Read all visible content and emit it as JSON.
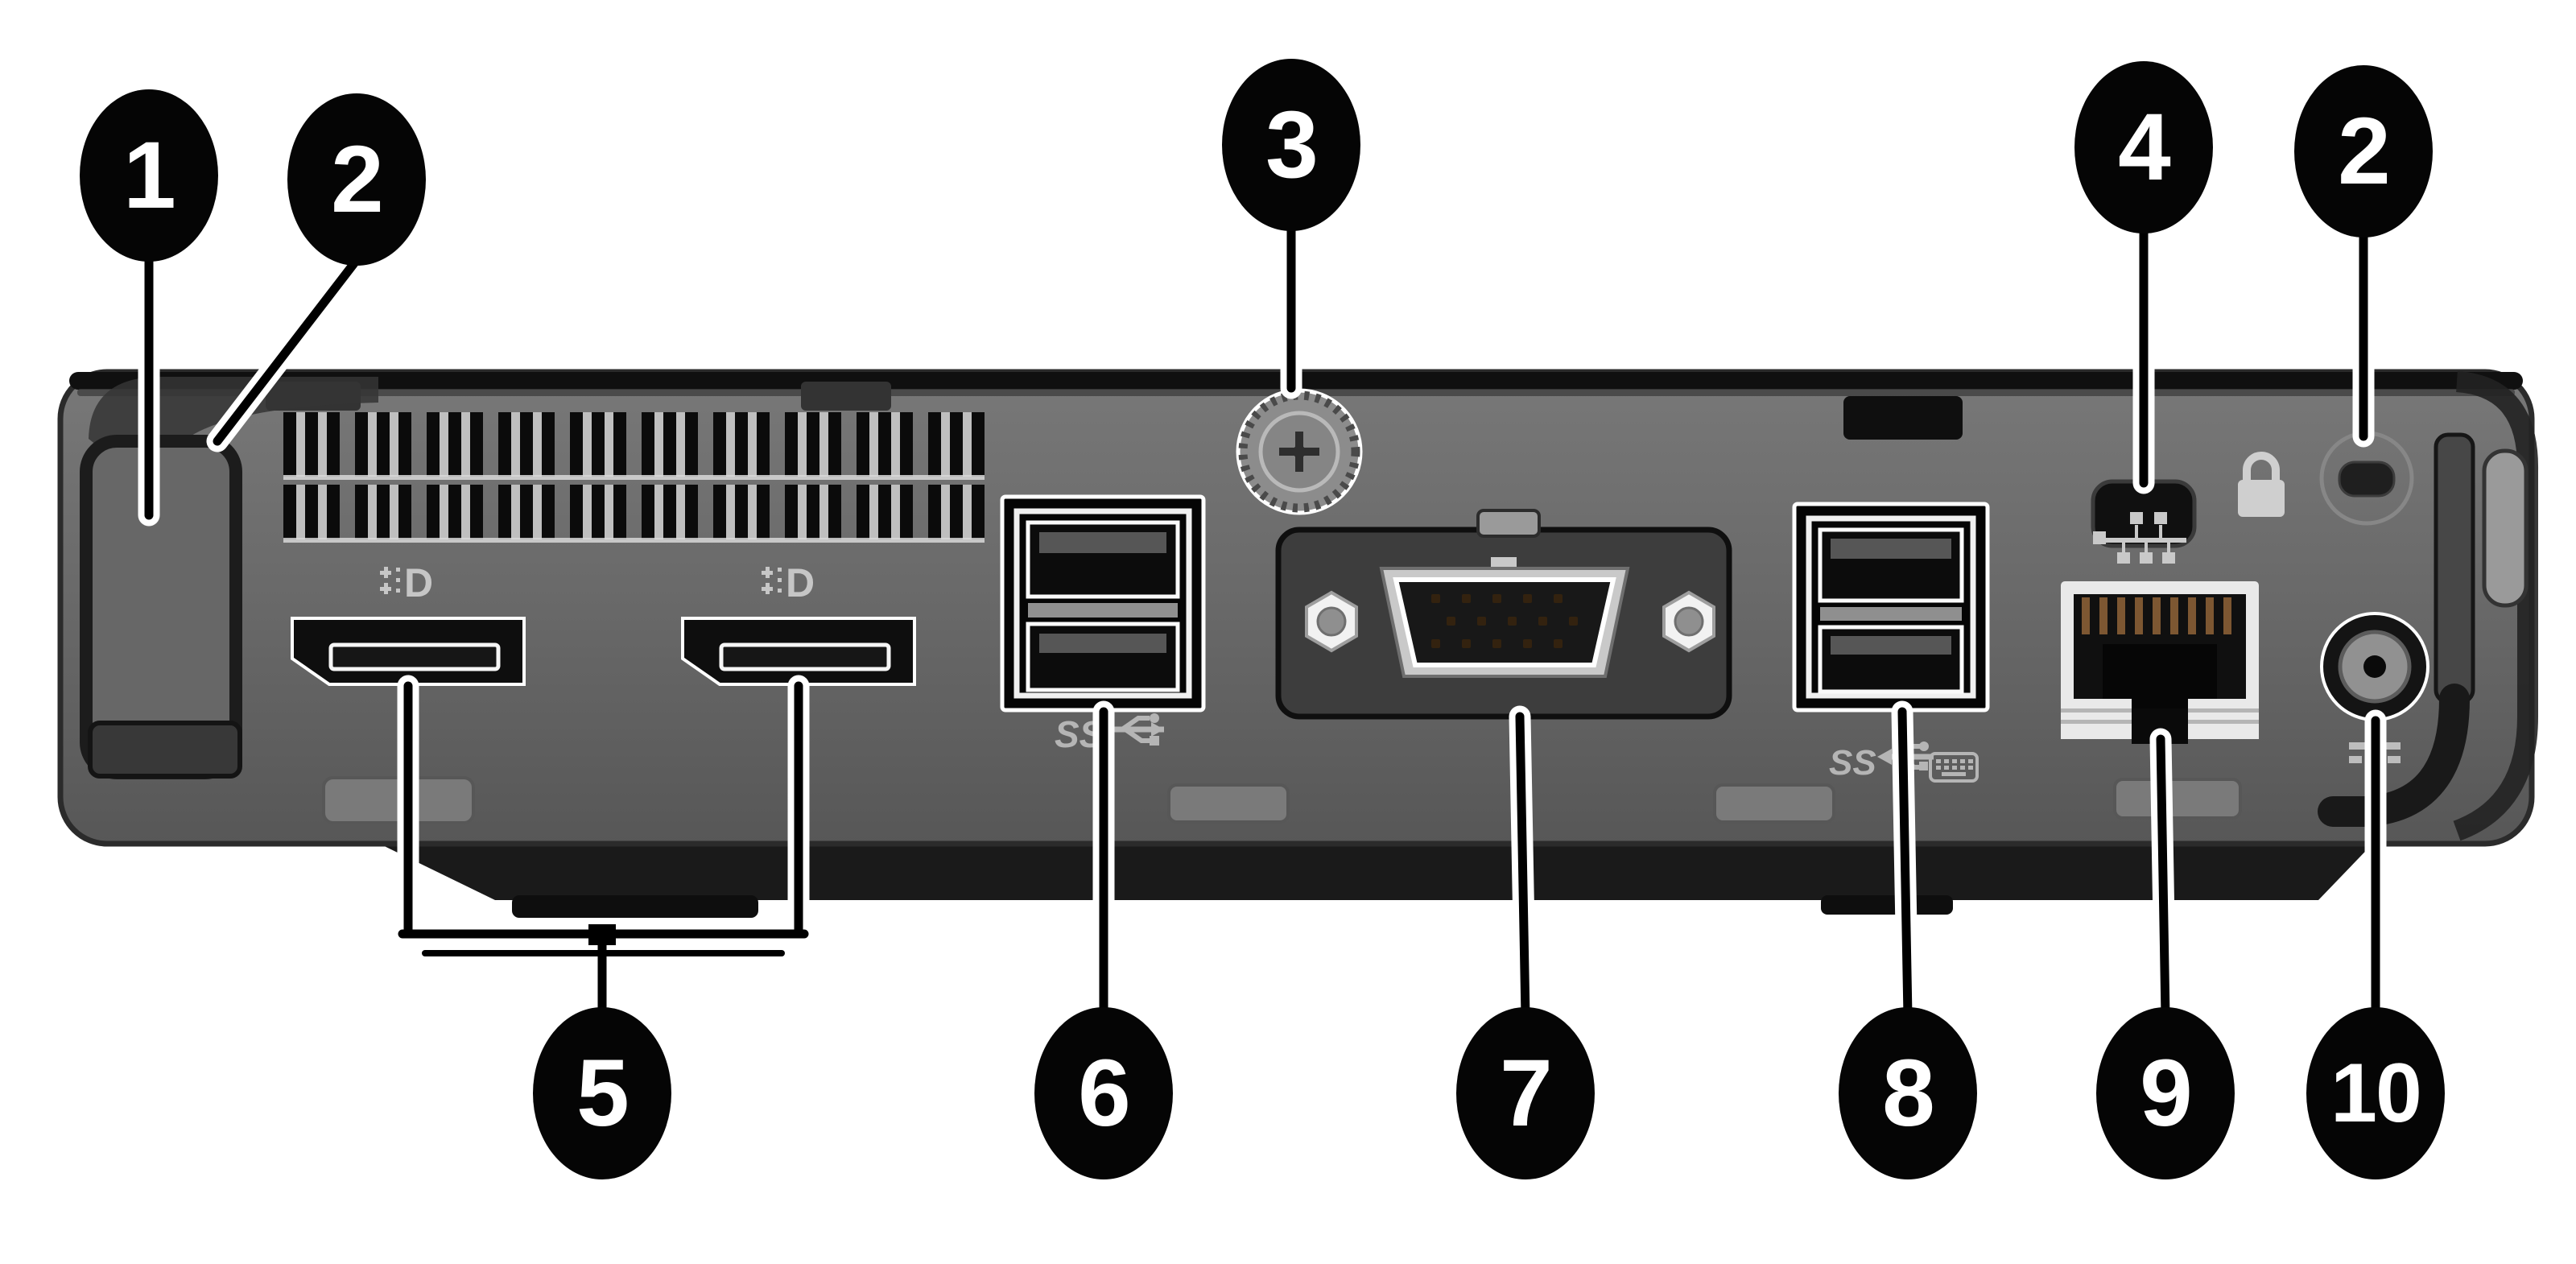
{
  "figure": {
    "type": "hardware-rear-panel-diagram",
    "background": "#ffffff"
  },
  "colors": {
    "callout_bg": "#050505",
    "callout_text": "#ffffff",
    "case_body": "#6b6b6b",
    "case_rim": "#111111",
    "case_base": "#1a1a1a",
    "port_black": "#0c0c0c",
    "metal_light": "#ececec",
    "icon_gray": "#c2c2c2",
    "leader_line": "#000000",
    "leader_halo": "#ffffff"
  },
  "callouts": [
    {
      "number": "1"
    },
    {
      "number": "2"
    },
    {
      "number": "3"
    },
    {
      "number": "4"
    },
    {
      "number": "2"
    },
    {
      "number": "5"
    },
    {
      "number": "6"
    },
    {
      "number": "7"
    },
    {
      "number": "8"
    },
    {
      "number": "9"
    },
    {
      "number": "10"
    }
  ],
  "labels": {
    "usb_superspeed_left": "SS",
    "usb_superspeed_right": "SS",
    "displayport_glyph_1": "D",
    "displayport_glyph_2": "D"
  },
  "icons": {
    "displayport": "displayport-icon",
    "usb_superspeed": "usb-superspeed-icon",
    "keyboard": "keyboard-icon",
    "padlock": "padlock-icon",
    "network": "ethernet-network-icon",
    "power_dc": "dc-power-icon"
  }
}
